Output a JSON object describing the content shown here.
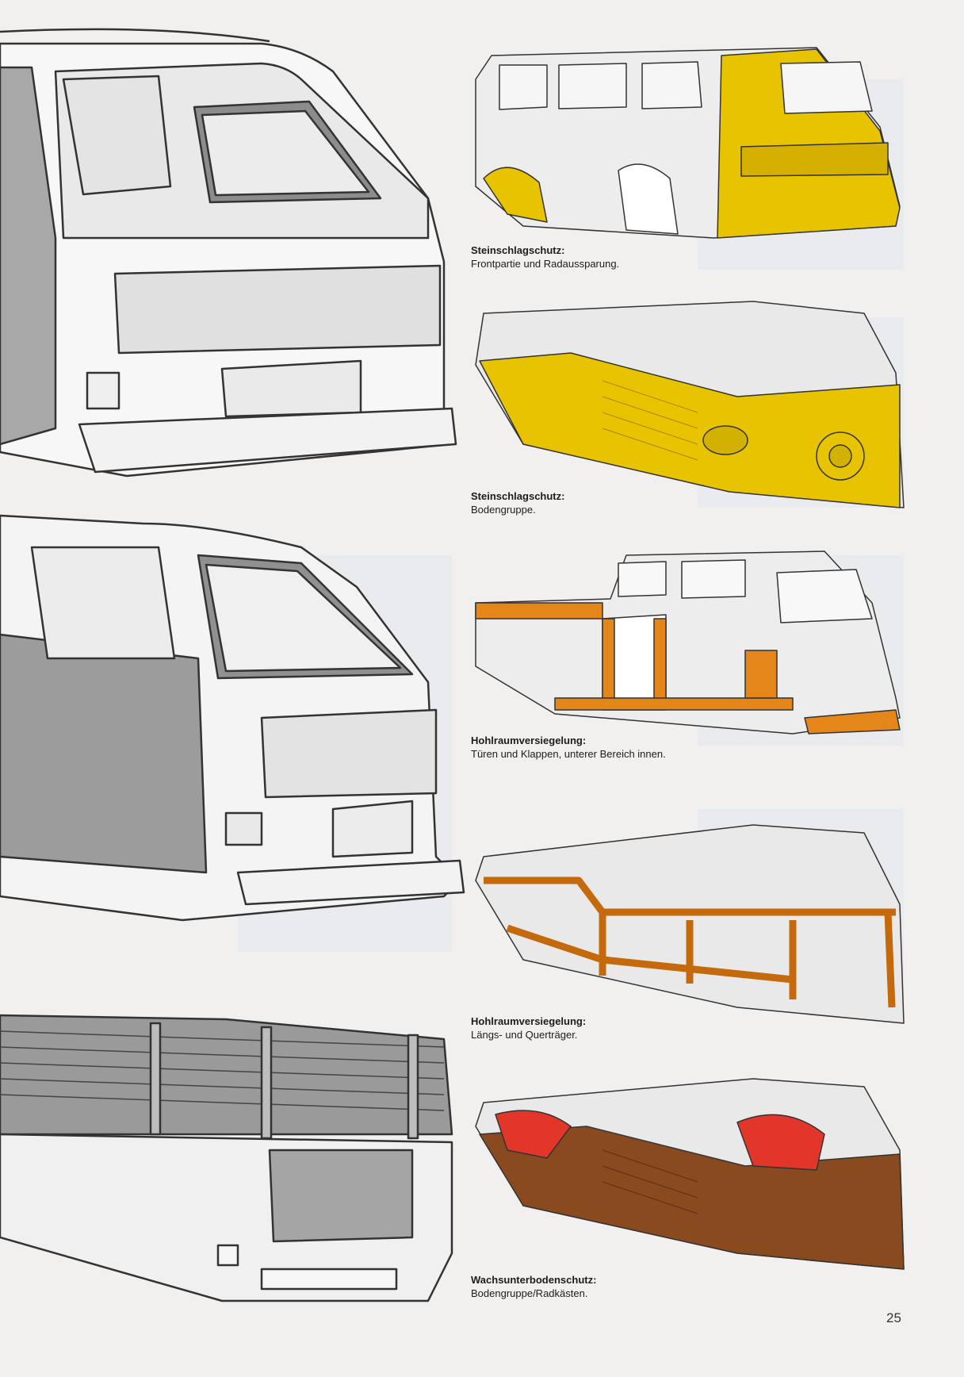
{
  "captions": [
    {
      "title": "Steinschlagschutz:",
      "text": "Frontpartie und Radaussparung."
    },
    {
      "title": "Steinschlagschutz:",
      "text": "Bodengruppe."
    },
    {
      "title": "Hohlraumversiegelung:",
      "text": "Türen und Klappen, unterer Bereich innen."
    },
    {
      "title": "Hohlraumversiegelung:",
      "text": "Längs- und Querträger."
    },
    {
      "title": "Wachsunterbodenschutz:",
      "text": "Bodengruppe/Radkästen."
    }
  ],
  "page_number": "25",
  "colors": {
    "steinschlagschutz": "#e8c400",
    "hohlraumversiegelung": "#e5861a",
    "wachs_brown": "#8a4a1f",
    "wachs_red": "#e2362a"
  }
}
